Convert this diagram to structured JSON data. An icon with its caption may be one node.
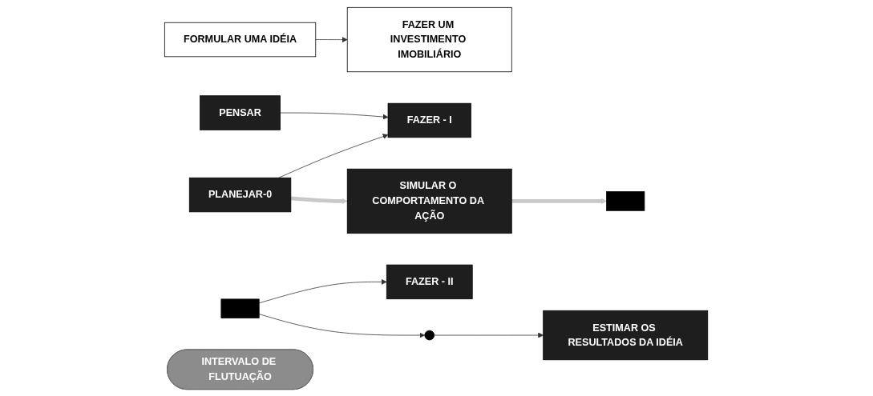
{
  "diagram": {
    "nodes": [
      {
        "text": [
          "FORMULAR UMA IDÉIA"
        ]
      },
      {
        "text": [
          "FAZER UM INVESTIMENTO IMOBILIÁRIO"
        ]
      },
      {
        "text": [],
        "shape": "bar"
      },
      {
        "text": [
          "PENSAR"
        ]
      },
      {
        "text": [
          "FAZER - I"
        ]
      },
      {
        "text": [
          "FAZER - II"
        ]
      },
      {
        "text": [
          "PLANEJAR-0"
        ]
      },
      {
        "text": [
          "SIMULAR O COMPORTAMENTO DA AÇÃO"
        ]
      },
      {
        "text": [],
        "shape": "dots"
      },
      {
        "text": [
          "ESTIMAR OS RESULTADOS DA IDÉIA"
        ]
      },
      {
        "text": [
          "INTERVALO DE FLUTUAÇÃO"
        ]
      },
      {
        "text": [],
        "shape": "bar"
      }
    ],
    "edges": [
      {
        "from": 0,
        "to": 1,
        "arrow": "to"
      },
      {
        "from": 3,
        "to": 4,
        "arrow": "to"
      },
      {
        "from": 6,
        "to": 4,
        "arrow": "to"
      },
      {
        "from": 2,
        "to": 5,
        "arrow": "to"
      },
      {
        "from": 2,
        "to": 8,
        "arrow": "to"
      },
      {
        "from": 8,
        "to": 9,
        "arrow": "to"
      },
      {
        "from": 6,
        "to": 7,
        "arrow": "to",
        "style": "thick",
        "color": "#c8c8c8"
      },
      {
        "from": 7,
        "to": 11,
        "arrow": "to",
        "style": "thick",
        "color": "#c8c8c8"
      }
    ]
  }
}
